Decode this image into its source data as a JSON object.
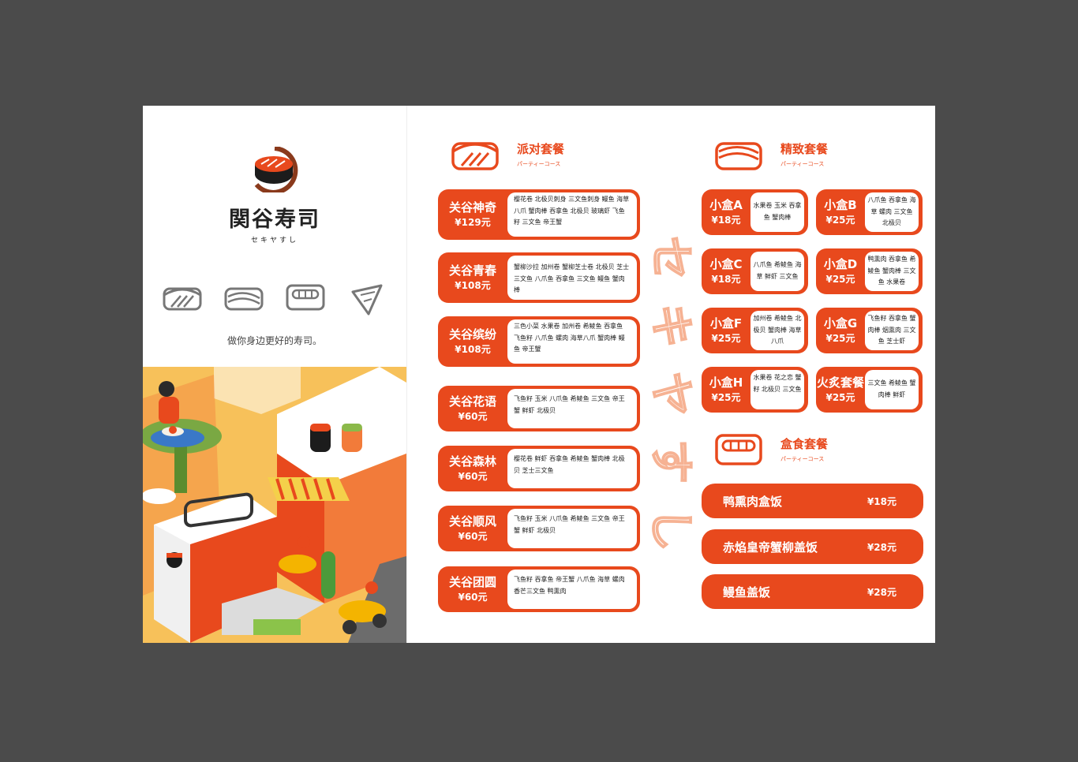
{
  "brand": {
    "name": "関谷寿司",
    "kana": "セキヤすし",
    "tagline": "做你身边更好的寿司。"
  },
  "left_icons": [
    "salmon-nigiri-icon",
    "tuna-nigiri-icon",
    "maki-roll-icon",
    "temaki-cone-icon"
  ],
  "decor_kana": [
    "セ",
    "キ",
    "ヤ",
    "す",
    "し"
  ],
  "colors": {
    "accent": "#e8491d",
    "background": "#4b4b4b",
    "illustration_bg": "#f7c15a"
  },
  "sections": {
    "party": {
      "title": "派对套餐",
      "subtitle": "パーティーコース",
      "items": [
        {
          "name": "关谷神奇",
          "price": "¥129元",
          "desc": "樱花卷 北极贝刺身 三文鱼刺身 鳗鱼 海草 八爪 蟹肉棒 吞拿鱼 北极贝 玻璃虾 飞鱼籽 三文鱼 帝王蟹"
        },
        {
          "name": "关谷青春",
          "price": "¥108元",
          "desc": "蟹柳沙拉 加州卷 蟹柳芝士卷 北极贝 芝士 三文鱼 八爪鱼 吞拿鱼 三文鱼 鳗鱼 蟹肉棒"
        },
        {
          "name": "关谷缤纷",
          "price": "¥108元",
          "desc": "三色小菜 水果卷 加州卷 希鲮鱼 吞拿鱼 飞鱼籽 八爪鱼 螺肉 海草八爪 蟹肉棒 鳗鱼 帝王蟹"
        },
        {
          "name": "关谷花语",
          "price": "¥60元",
          "desc": "飞鱼籽 玉米 八爪鱼 希鲮鱼 三文鱼 帝王蟹 鲜虾 北极贝"
        },
        {
          "name": "关谷森林",
          "price": "¥60元",
          "desc": "樱花卷 鲜虾 吞拿鱼 希鲮鱼 蟹肉棒 北极贝 芝士三文鱼"
        },
        {
          "name": "关谷顺风",
          "price": "¥60元",
          "desc": "飞鱼籽 玉米 八爪鱼 希鲮鱼 三文鱼 帝王蟹 鲜虾 北极贝"
        },
        {
          "name": "关谷团圆",
          "price": "¥60元",
          "desc": "飞鱼籽 吞拿鱼 帝王蟹 八爪鱼 海草 螺肉 香芒三文鱼 鸭熏肉"
        }
      ]
    },
    "fine": {
      "title": "精致套餐",
      "subtitle": "パーティーコース",
      "items": [
        {
          "name": "小盒A",
          "price": "¥18元",
          "desc": "水果卷 玉米 吞拿鱼 蟹肉棒"
        },
        {
          "name": "小盒B",
          "price": "¥25元",
          "desc": "八爪鱼 吞拿鱼 海草 螺肉 三文鱼 北极贝"
        },
        {
          "name": "小盒C",
          "price": "¥18元",
          "desc": "八爪鱼 希鲮鱼 海草 鲜虾 三文鱼"
        },
        {
          "name": "小盒D",
          "price": "¥25元",
          "desc": "鸭熏肉 吞拿鱼 希鲮鱼 蟹肉棒 三文鱼 水果卷"
        },
        {
          "name": "小盒F",
          "price": "¥25元",
          "desc": "加州卷 希鲮鱼 北极贝 蟹肉棒 海草八爪"
        },
        {
          "name": "小盒G",
          "price": "¥25元",
          "desc": "飞鱼籽 吞拿鱼 蟹肉棒 烟熏肉 三文鱼 芝士虾"
        },
        {
          "name": "小盒H",
          "price": "¥25元",
          "desc": "水果卷 花之恋 蟹籽 北极贝 三文鱼"
        },
        {
          "name": "火炙套餐",
          "price": "¥25元",
          "desc": "三文鱼 希鲮鱼 蟹肉棒 鲜虾"
        }
      ]
    },
    "box": {
      "title": "盒食套餐",
      "subtitle": "パーティーコース",
      "items": [
        {
          "name": "鸭熏肉盒饭",
          "price": "¥18元"
        },
        {
          "name": "赤焰皇帝蟹柳盖饭",
          "price": "¥28元"
        },
        {
          "name": "鳗鱼盖饭",
          "price": "¥28元"
        }
      ]
    }
  }
}
